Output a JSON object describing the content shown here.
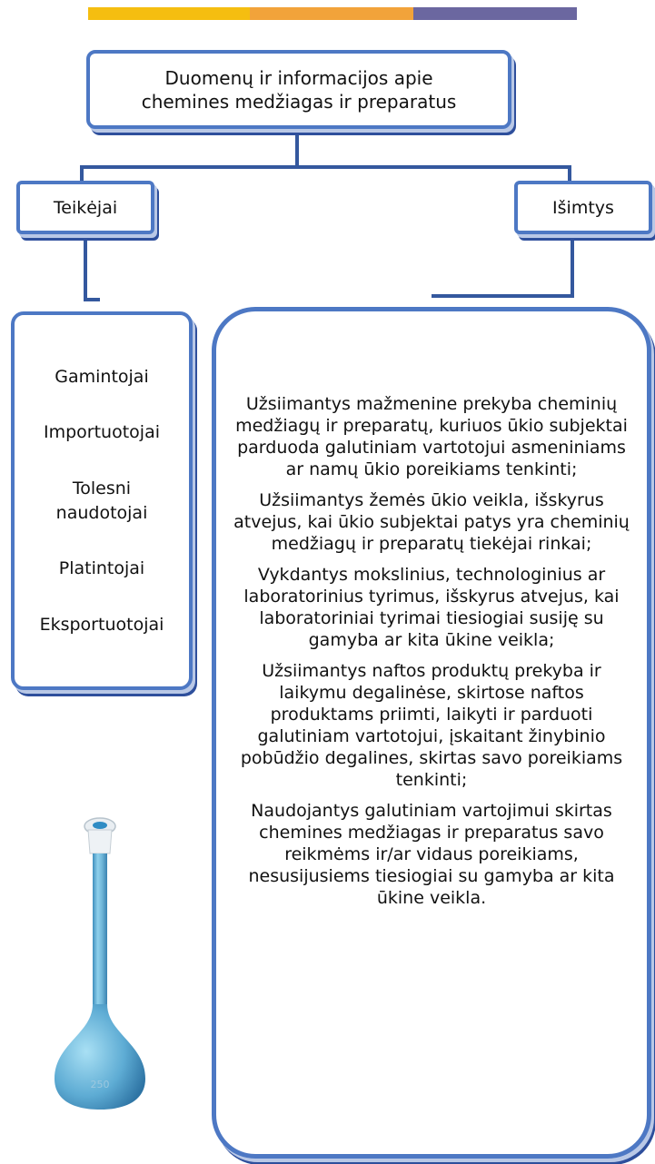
{
  "header_bar": {
    "colors": [
      "#f5be10",
      "#f2a33a",
      "#6b67a0"
    ]
  },
  "title": {
    "line1": "Duomenų ir informacijos apie",
    "line2": "chemines medžiagas ir preparatus"
  },
  "left_branch": {
    "label": "Teikėjai",
    "items": [
      "Gamintojai",
      "Importuotojai",
      "Tolesni naudotojai",
      "Platintojai",
      "Eksportuotojai"
    ]
  },
  "right_branch": {
    "label": "Išimtys",
    "paragraphs": [
      "Užsiimantys mažmenine prekyba cheminių medžiagų ir preparatų, kuriuos ūkio subjektai parduoda galutiniam vartotojui asmeniniams ar namų ūkio poreikiams tenkinti;",
      "Užsiimantys žemės ūkio veikla, išskyrus atvejus, kai ūkio subjektai patys yra cheminių medžiagų ir preparatų tiekėjai rinkai;",
      "Vykdantys mokslinius, technologinius ar laboratorinius tyrimus, išskyrus atvejus, kai laboratoriniai tyrimai tiesiogiai susiję su gamyba ar kita ūkine veikla;",
      "Užsiimantys naftos produktų prekyba ir laikymu degalinėse, skirtose naftos produktams priimti, laikyti ir parduoti galutiniam vartotojui, įskaitant žinybinio pobūdžio degalines, skirtas savo poreikiams tenkinti;",
      "Naudojantys galutiniam vartojimui skirtas chemines medžiagas ir preparatus savo reikmėms ir/ar vidaus poreikiams, nesusijusiems tiesiogiai su gamyba ar kita ūkine veikla."
    ]
  },
  "flask": {
    "icon": "volumetric-flask-icon",
    "color": "#6fb6d8",
    "mark": "250"
  }
}
